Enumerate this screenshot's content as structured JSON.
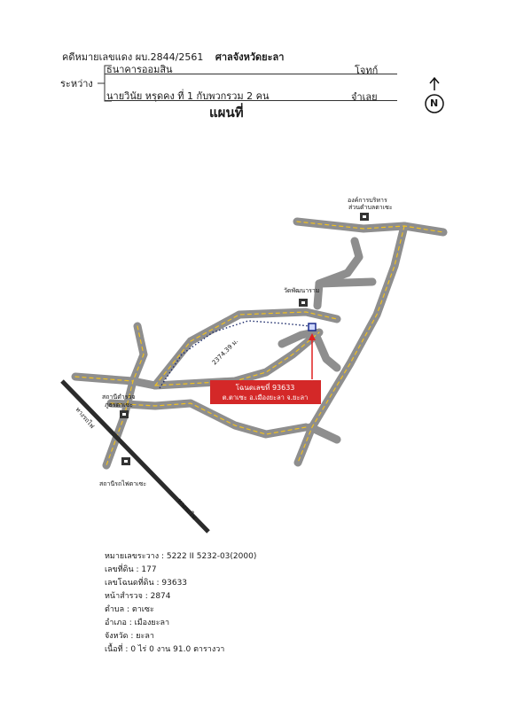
{
  "header": {
    "case_line": "คดีหมายเลขแดง ผบ.2844/2561",
    "court": "ศาลจังหวัดยะลา",
    "between": "ระหว่าง",
    "plaintiff": "ธนาคารออมสิน",
    "plaintiff_role": "โจทก์",
    "defendant": "นายวินัย   หรุดคง  ที่ 1  กับพวกรวม 2 คน",
    "defendant_role": "จำเลย",
    "title": "แผนที่"
  },
  "compass": {
    "letter": "N"
  },
  "map": {
    "landmarks": {
      "org": [
        "องค์การบริหาร",
        "ส่วนตำบลตาเซะ"
      ],
      "temple": "วัดพัฒนาราม",
      "police": [
        "สถานีตำรวจ",
        "ภูธรตาเซะ"
      ],
      "station": "สถานีรถไฟตาเซะ"
    },
    "distance_label": "2374.39 ม.",
    "railway_label": "ทางรถไฟ",
    "deed_box": {
      "line1": "โฉนดเลขที่ 93633",
      "line2": "ต.ตาเซะ อ.เมืองยะลา  จ.ยะลา"
    },
    "colors": {
      "road": "#8e8e8e",
      "dash": "#f0c020",
      "rail": "#2b2b2b",
      "marker": "#e02020",
      "box": "#d42828"
    }
  },
  "info": {
    "map_sheet": "หมายเลขระวาง : 5222 II 5232-03(2000)",
    "land_no": "เลขที่ดิน : 177",
    "deed_no": "เลขโฉนดที่ดิน : 93633",
    "survey_page": "หน้าสำรวจ : 2874",
    "subdistrict": "ตำบล : ตาเซะ",
    "district": "อำเภอ : เมืองยะลา",
    "province": "จังหวัด : ยะลา",
    "area": "เนื้อที่ : 0 ไร่ 0 งาน 91.0 ตารางวา"
  }
}
